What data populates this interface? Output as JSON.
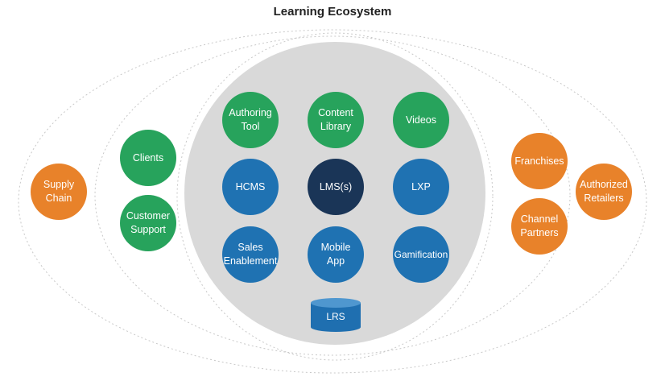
{
  "title": "Learning Ecosystem",
  "colors": {
    "green": "#27a35c",
    "blue": "#1f72b2",
    "navy": "#1a3557",
    "orange": "#e8822a",
    "core_circle": "#d9d9d9",
    "lrs": "#1f6fb0",
    "lrs_top": "#4f97cf"
  },
  "nodes": {
    "authoring_tool": "Authoring\nTool",
    "content_library": "Content\nLibrary",
    "videos": "Videos",
    "hcms": "HCMS",
    "lms": "LMS(s)",
    "lxp": "LXP",
    "sales_enablement": "Sales\nEnablement",
    "mobile_app": "Mobile\nApp",
    "gamification": "Gamification",
    "clients": "Clients",
    "customer_support": "Customer\nSupport",
    "supply_chain": "Supply\nChain",
    "franchises": "Franchises",
    "channel_partners": "Channel\nPartners",
    "authorized_retailers": "Authorized\nRetailers",
    "lrs": "LRS"
  }
}
